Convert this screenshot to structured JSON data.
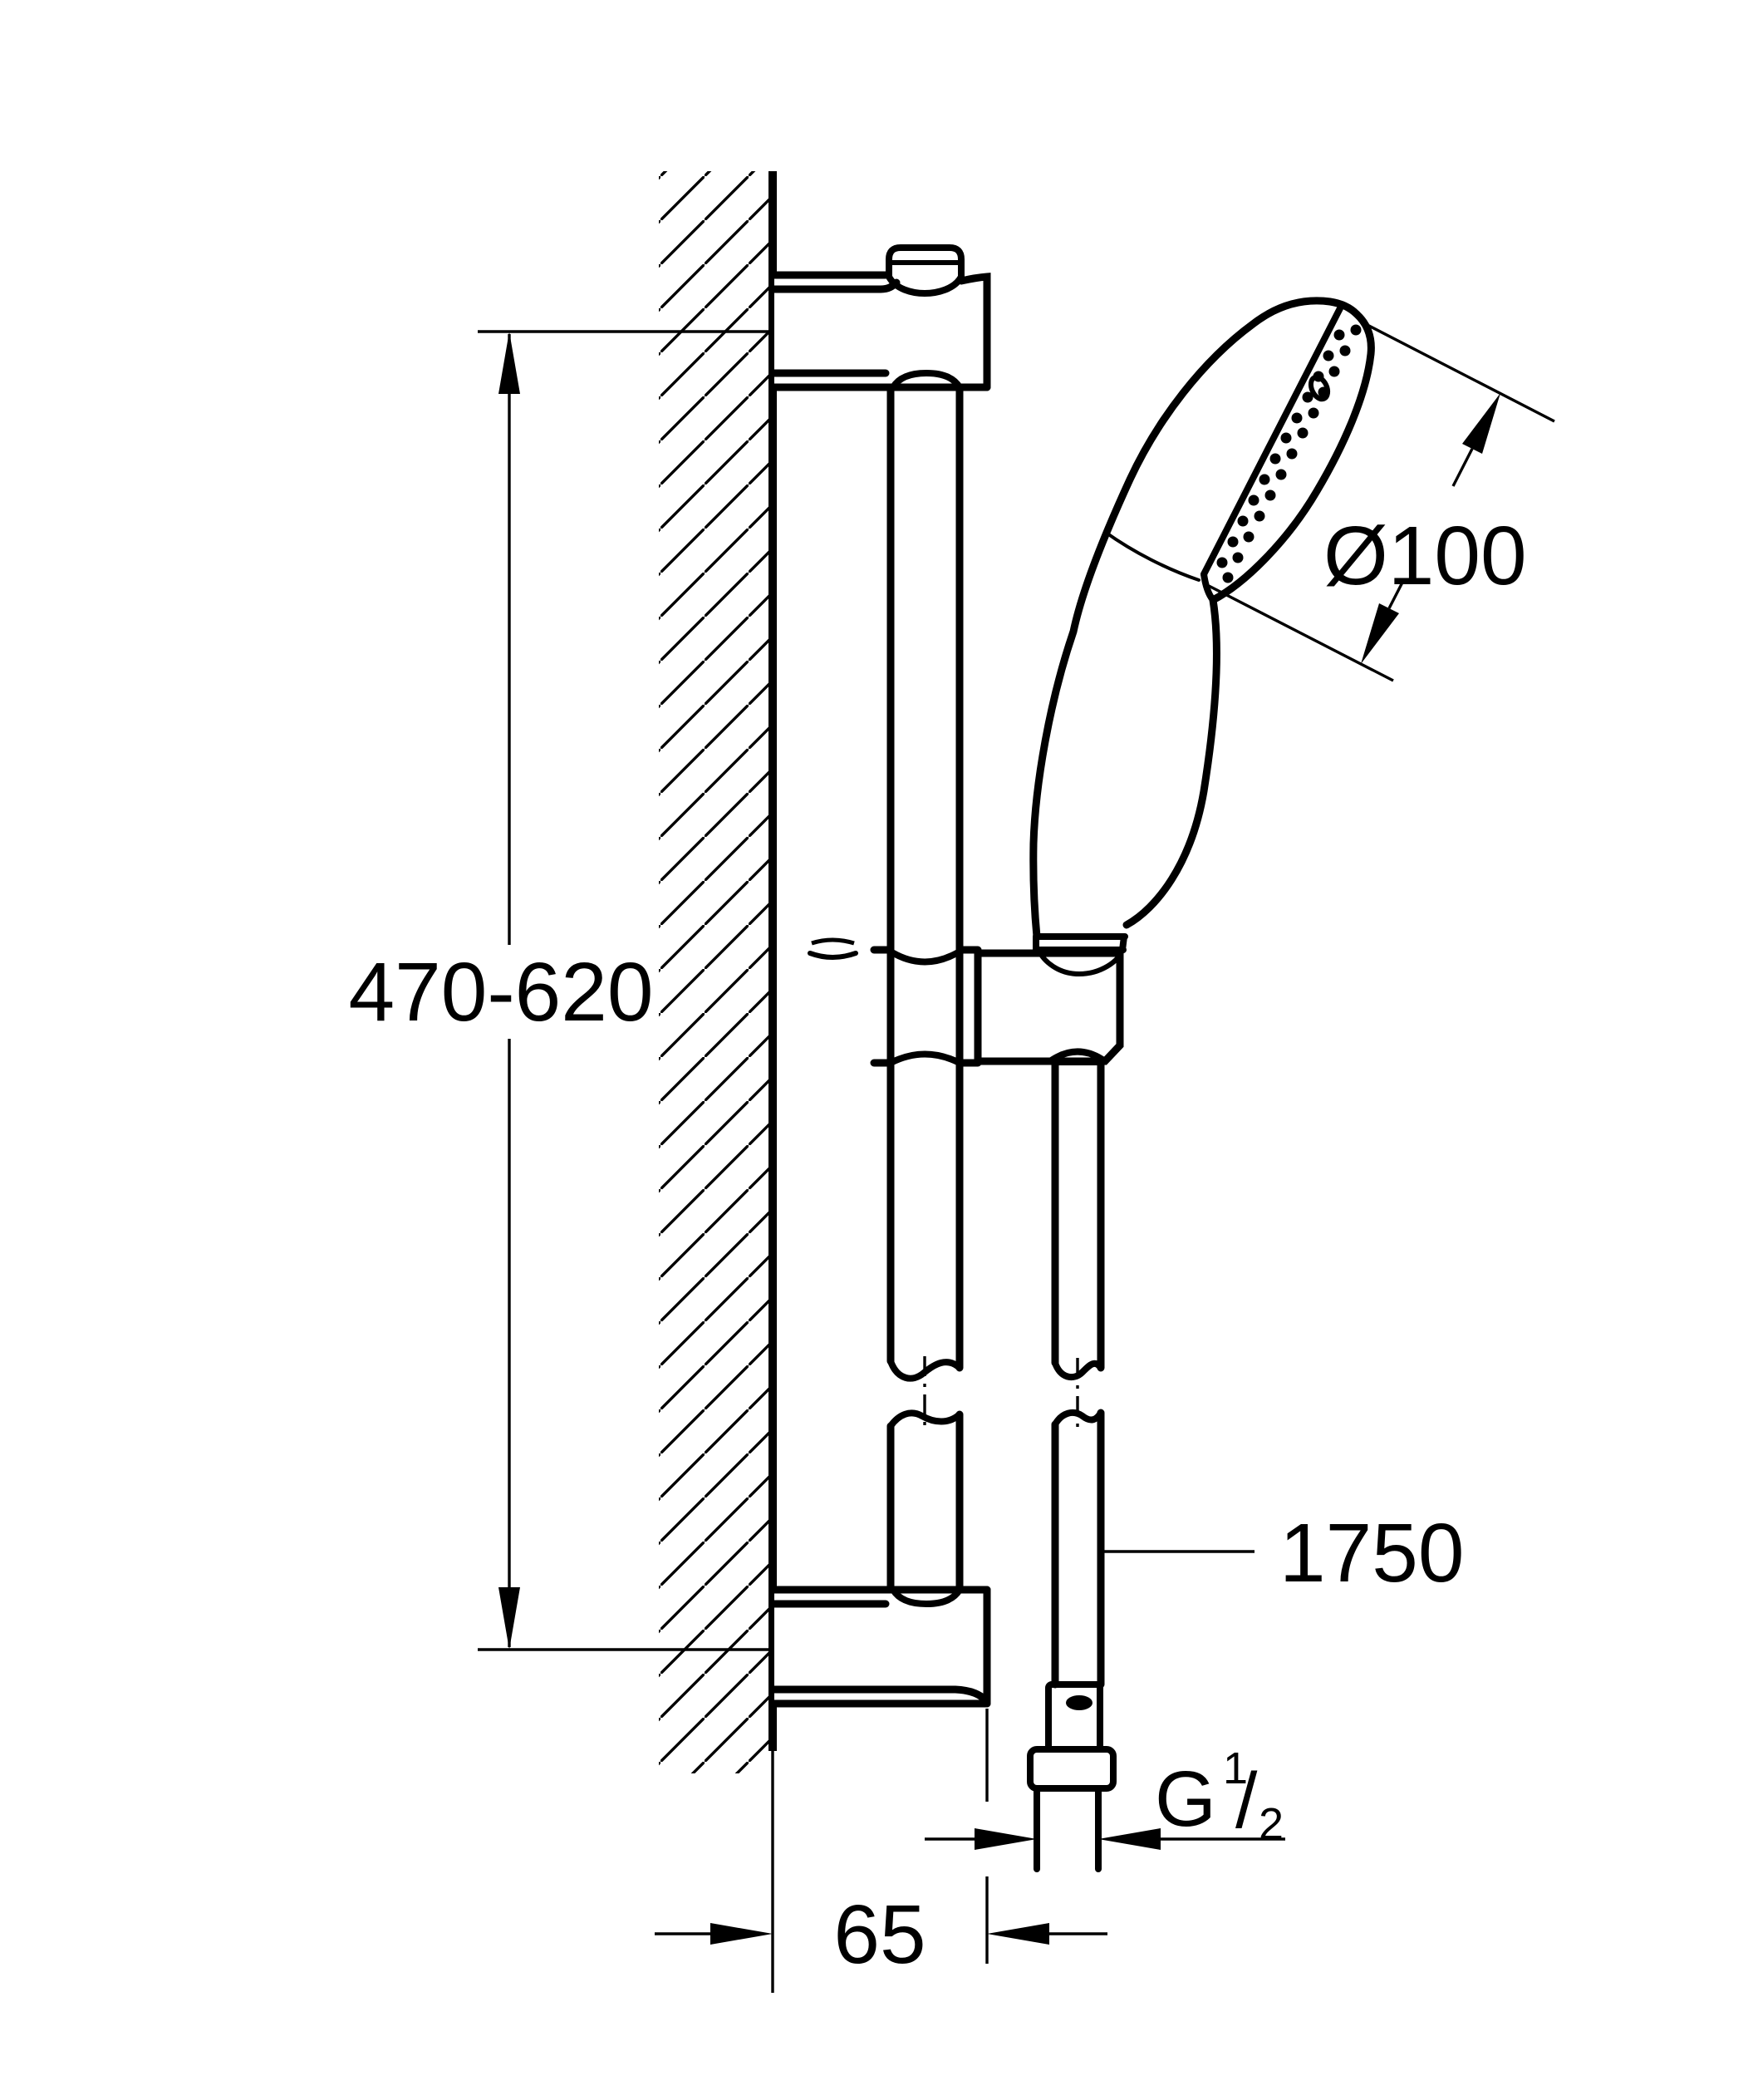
{
  "meta": {
    "title": "Hand shower rail set - installation dimension drawing"
  },
  "colors": {
    "background": "#ffffff",
    "ink": "#000000"
  },
  "labels": {
    "height_range": "470-620",
    "head_diameter": "Ø100",
    "hose_length": "1750",
    "wall_offset": "65",
    "thread_letter": "G",
    "thread_numerator": "1",
    "thread_slash": "/",
    "thread_denominator": "2"
  }
}
